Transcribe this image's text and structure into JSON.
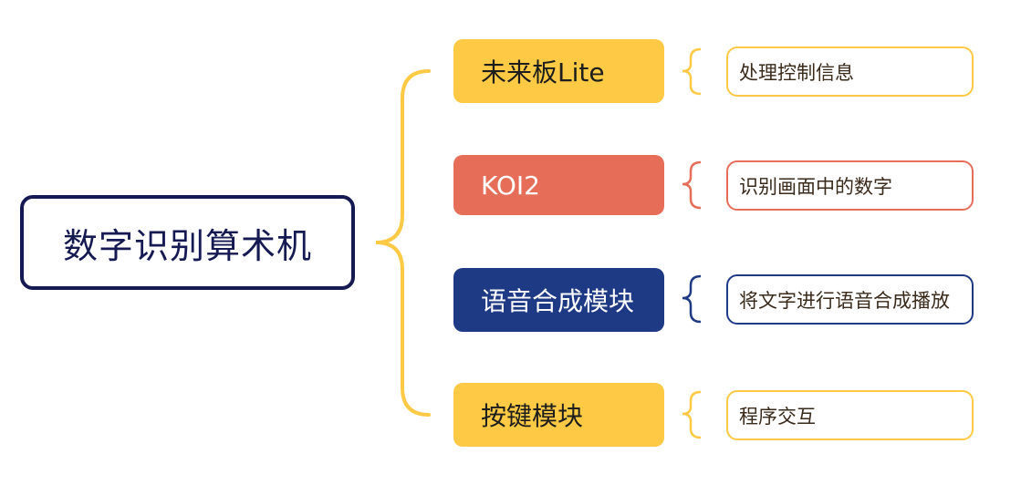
{
  "root": {
    "label": "数字识别算术机"
  },
  "colors": {
    "root_border": "#161a52",
    "yellow": "#fec945",
    "red": "#e66e59",
    "blue": "#1f3a85"
  },
  "branches": [
    {
      "label": "未来板Lite",
      "color": "#fec945",
      "text_color": "#1d1d1d"
    },
    {
      "label": "KOI2",
      "color": "#e66e59",
      "text_color": "#ffffff"
    },
    {
      "label": "语音合成模块",
      "color": "#1f3a85",
      "text_color": "#ffffff"
    },
    {
      "label": "按键模块",
      "color": "#fec945",
      "text_color": "#1d1d1d"
    }
  ],
  "leaves": [
    {
      "label": "处理控制信息",
      "border_color": "#fec945"
    },
    {
      "label": "识别画面中的数字",
      "border_color": "#e66e59"
    },
    {
      "label": "将文字进行语音合成播放",
      "border_color": "#1f3a85"
    },
    {
      "label": "程序交互",
      "border_color": "#fec945"
    }
  ]
}
